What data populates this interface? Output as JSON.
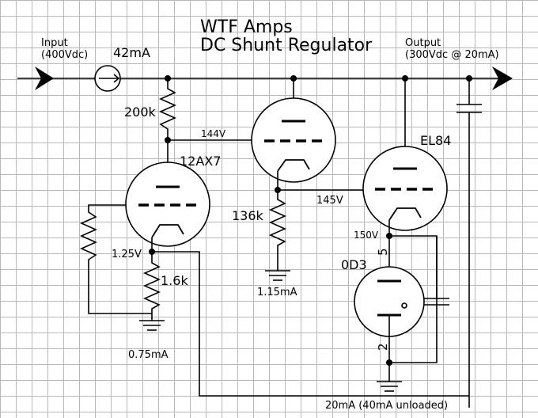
{
  "title": {
    "line1": "WTF Amps",
    "line2": "DC Shunt Regulator"
  },
  "input": {
    "label": "Input",
    "sub": "(400Vdc)",
    "current": "42mA"
  },
  "output": {
    "label": "Output",
    "sub": "(300Vdc @ 20mA)"
  },
  "tubes": {
    "preamp": "12AX7",
    "power": "EL84",
    "reference": "0D3"
  },
  "components": {
    "r_top": "200k",
    "r_cathode": "1.6k",
    "r_bias": "136k"
  },
  "voltages": {
    "plate_12ax7": "144V",
    "cathode_12ax7": "1.25V",
    "grid_el84": "145V",
    "cathode_el84": "150V"
  },
  "currents": {
    "ground_12ax7": "0.75mA",
    "ground_bias": "1.15mA",
    "bottom_rail": "20mA (40mA unloaded)"
  },
  "pins": {
    "pin5": "5",
    "pin2": "2"
  },
  "colors": {
    "grid": "#b8b8b8",
    "wire": "#000000",
    "background": "#ffffff"
  }
}
